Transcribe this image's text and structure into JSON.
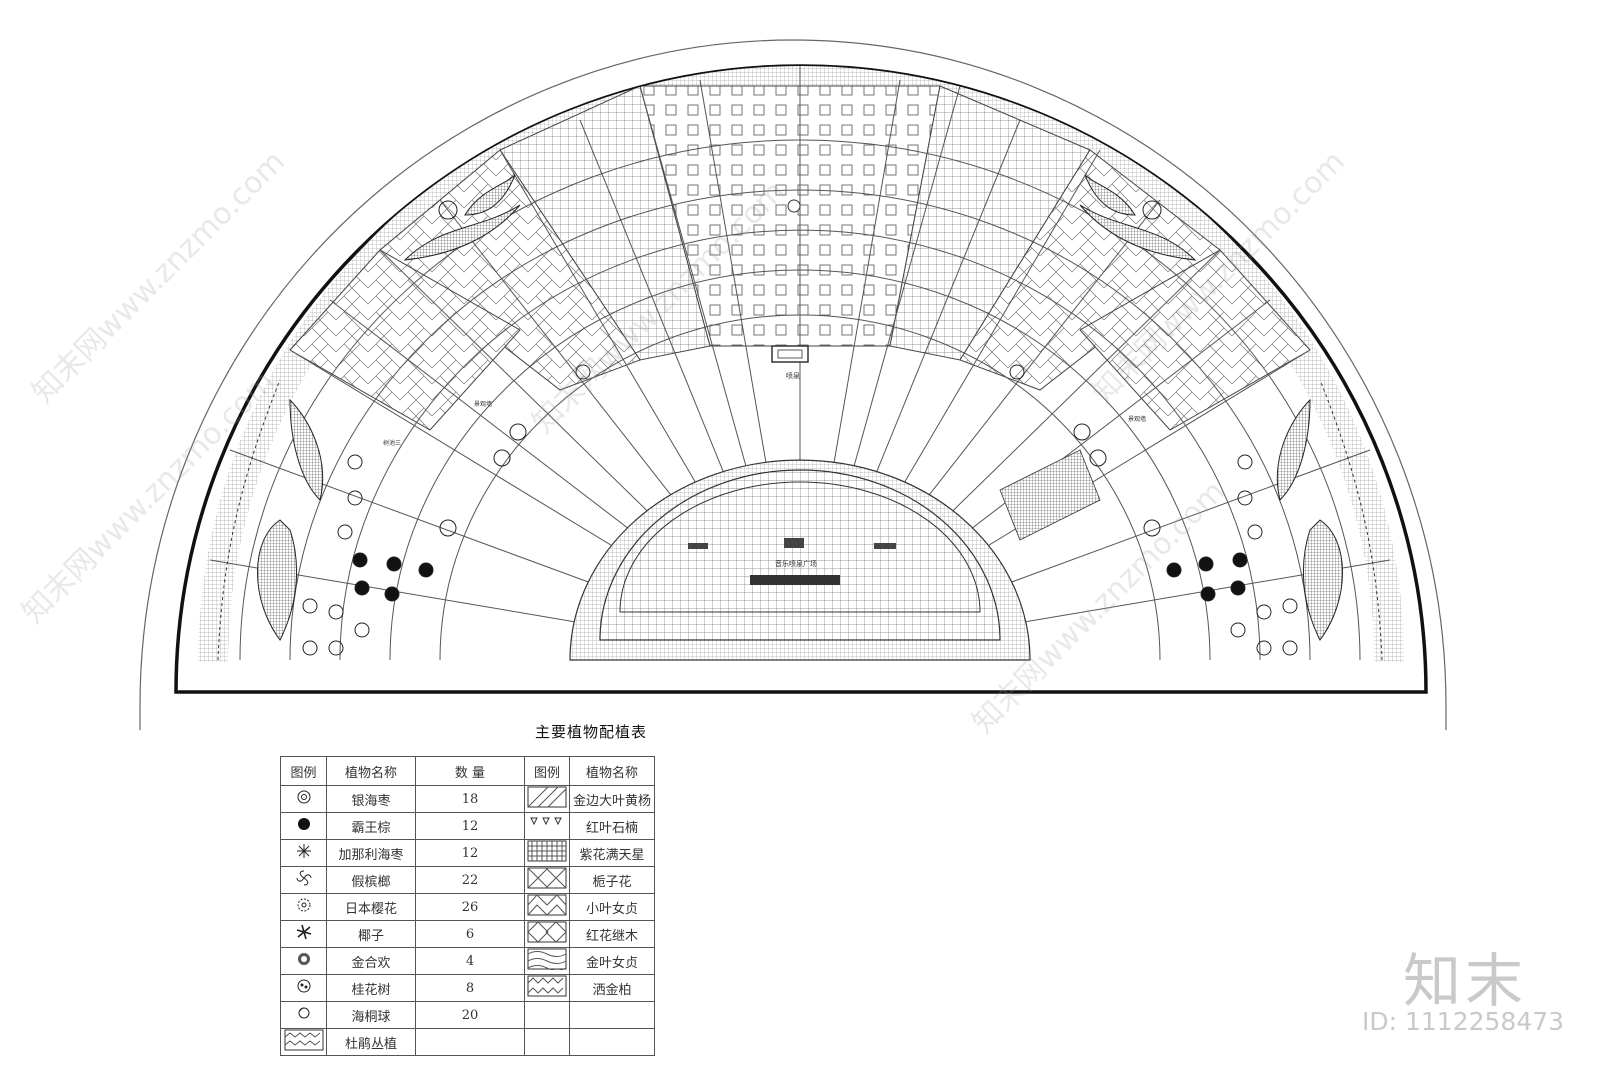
{
  "plan": {
    "inner_labels": {
      "fountain": "喷泉",
      "central_plaza": "音乐喷泉广场",
      "left_path_1": "景观墙",
      "left_path_2": "树池三",
      "right_path": "景观墙"
    }
  },
  "table": {
    "title": "主要植物配植表",
    "headers": [
      "图例",
      "植物名称",
      "数  量",
      "图例",
      "植物名称"
    ],
    "left_rows": [
      {
        "icon": "ring-tree-icon",
        "name": "银海枣",
        "qty": "18"
      },
      {
        "icon": "dark-palm-icon",
        "name": "霸王棕",
        "qty": "12"
      },
      {
        "icon": "star-palm-icon",
        "name": "加那利海枣",
        "qty": "12"
      },
      {
        "icon": "swirl-palm-icon",
        "name": "假槟榔",
        "qty": "22"
      },
      {
        "icon": "flower-ring-icon",
        "name": "日本樱花",
        "qty": "26"
      },
      {
        "icon": "coconut-icon",
        "name": "椰子",
        "qty": "6"
      },
      {
        "icon": "acacia-icon",
        "name": "金合欢",
        "qty": "4"
      },
      {
        "icon": "osmanthus-icon",
        "name": "桂花树",
        "qty": "8"
      },
      {
        "icon": "ball-shrub-icon",
        "name": "海桐球",
        "qty": "20"
      },
      {
        "icon": "brick-hatch-icon",
        "name": "杜鹃丛植",
        "qty": ""
      }
    ],
    "right_rows": [
      {
        "icon": "diagonal-hatch-icon",
        "name": "金边大叶黄杨"
      },
      {
        "icon": "triangle-hatch-icon",
        "name": "红叶石楠"
      },
      {
        "icon": "dense-grid-hatch-icon",
        "name": "紫花满天星"
      },
      {
        "icon": "cross-hatch-icon",
        "name": "栀子花"
      },
      {
        "icon": "herringbone-hatch-icon",
        "name": "小叶女贞"
      },
      {
        "icon": "diamond-hatch-icon",
        "name": "红花继木"
      },
      {
        "icon": "wave-hatch-icon",
        "name": "金叶女贞"
      },
      {
        "icon": "zigzag-hatch-icon",
        "name": "洒金柏"
      },
      {
        "icon": "",
        "name": ""
      },
      {
        "icon": "",
        "name": ""
      }
    ]
  },
  "watermark": {
    "brand": "知末",
    "id": "ID: 1112258473",
    "site": "知末网www.znzmo.com"
  }
}
